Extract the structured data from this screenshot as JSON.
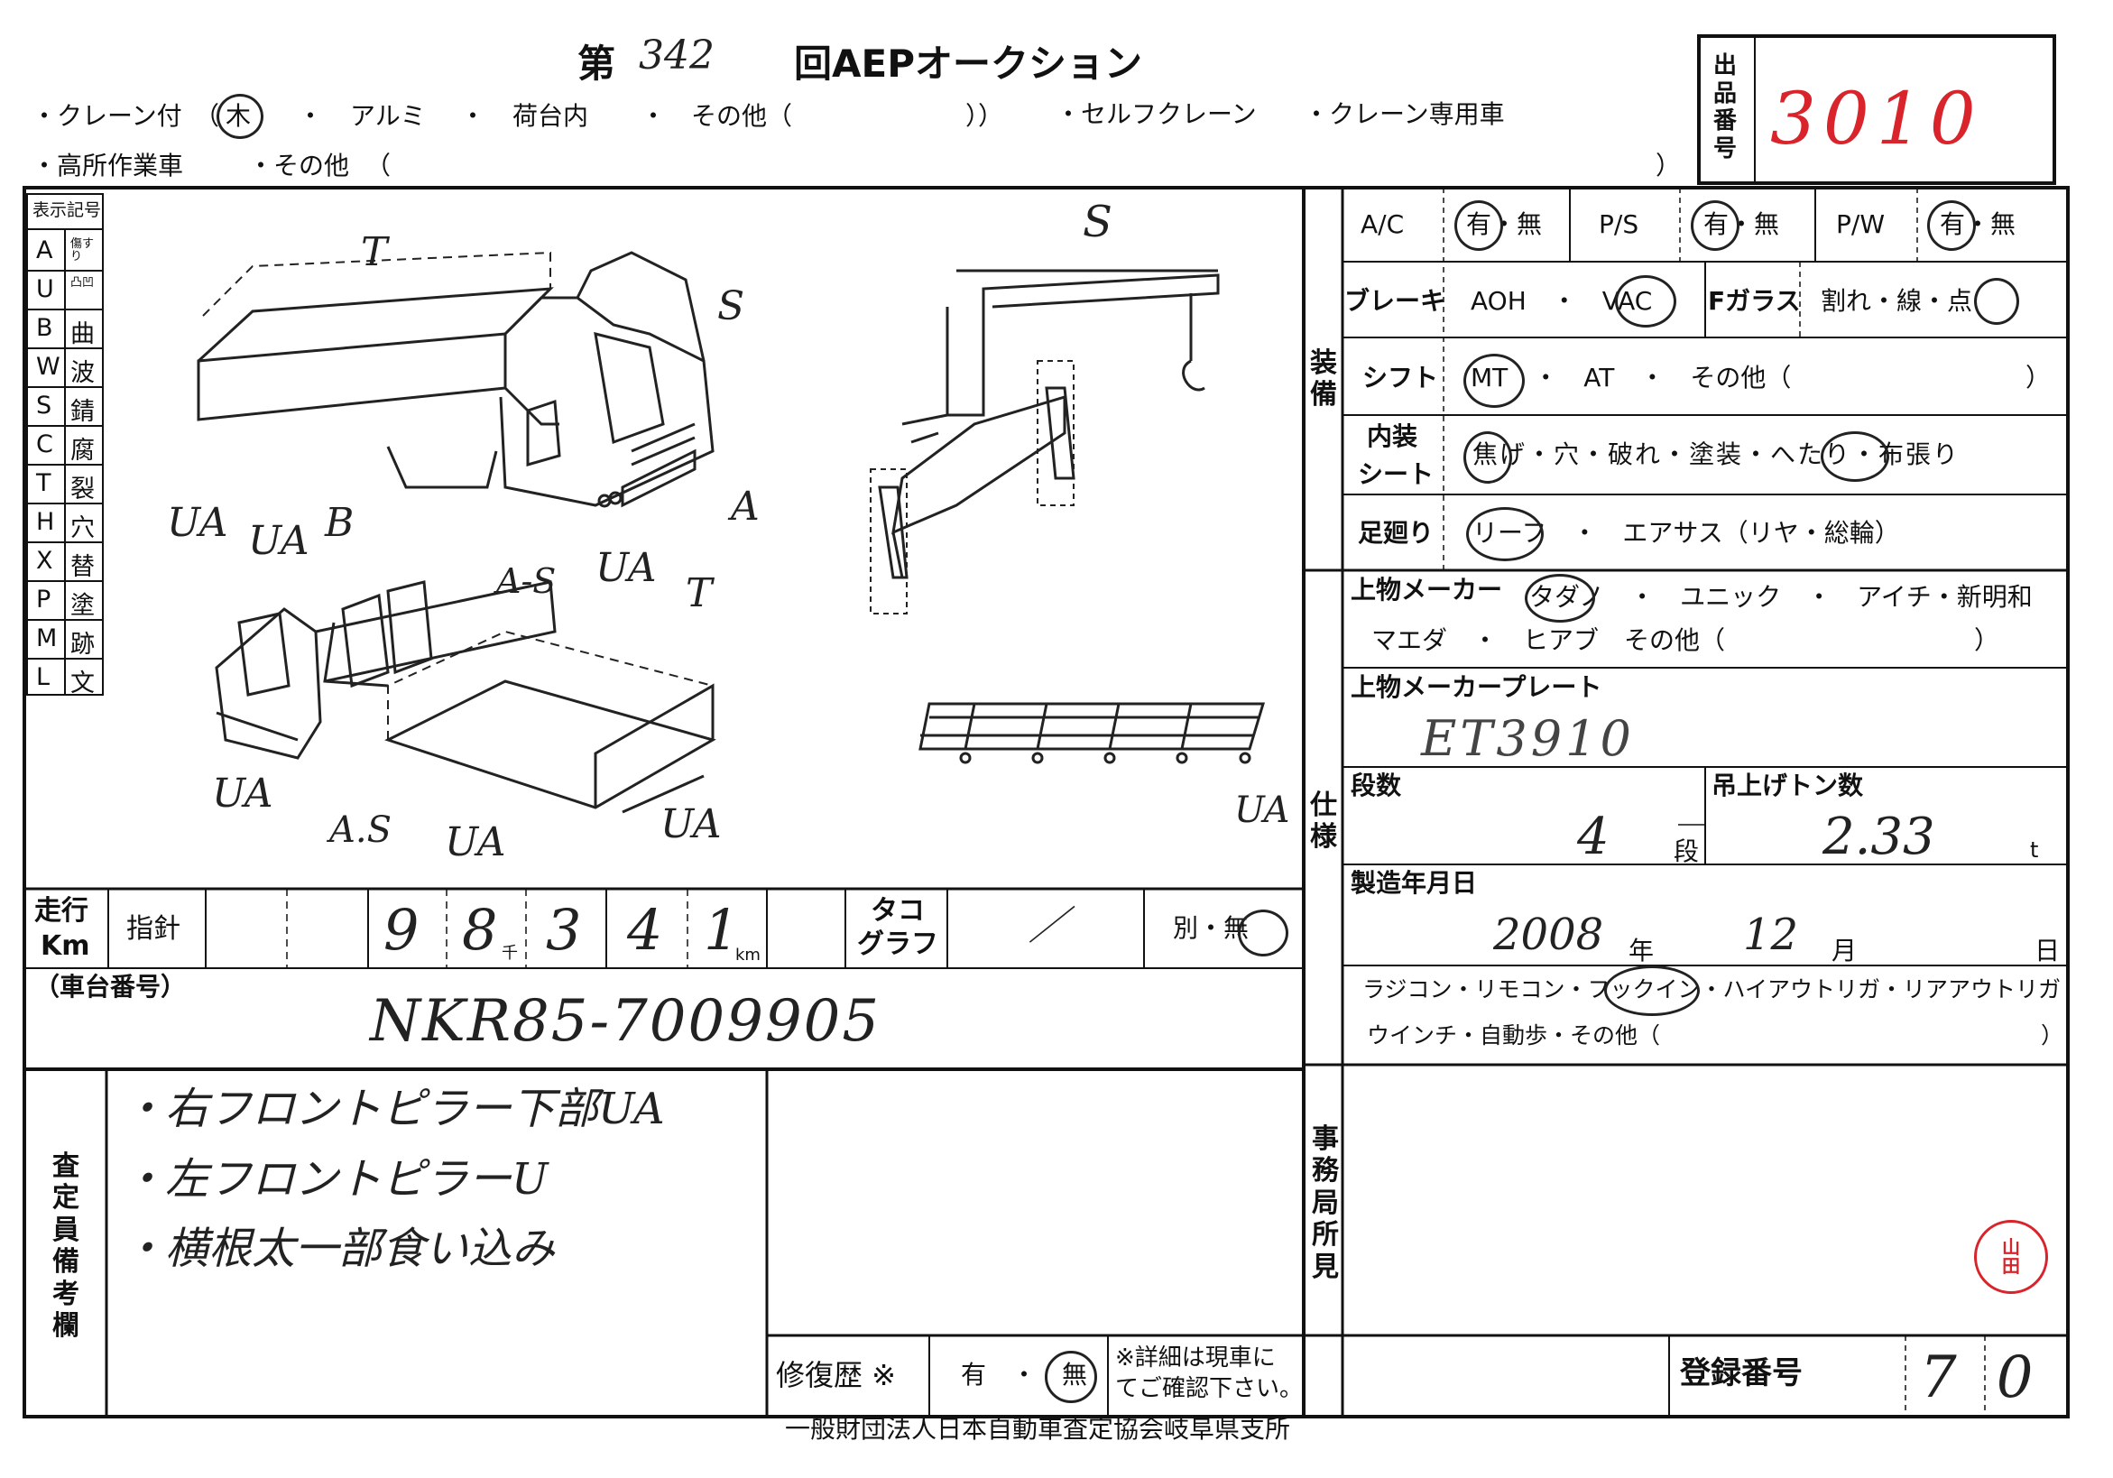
{
  "header": {
    "title_prefix": "第",
    "auction_round": "342",
    "title_suffix": "回AEPオークション",
    "row1": [
      "・クレーン付",
      "（",
      "木",
      "・",
      "アルミ",
      "・",
      "荷台内",
      "・",
      "その他（",
      "））",
      "・セルフクレーン",
      "・クレーン専用車"
    ],
    "row2": [
      "・高所作業車",
      "・その他",
      "（",
      "）"
    ]
  },
  "lot": {
    "label": "出品番号",
    "number": "3010"
  },
  "legend": {
    "title": "表示記号",
    "rows": [
      {
        "code": "A",
        "meaning": "傷すり"
      },
      {
        "code": "U",
        "meaning": "凸凹"
      },
      {
        "code": "B",
        "meaning": "曲"
      },
      {
        "code": "W",
        "meaning": "波"
      },
      {
        "code": "S",
        "meaning": "錆"
      },
      {
        "code": "C",
        "meaning": "腐"
      },
      {
        "code": "T",
        "meaning": "裂"
      },
      {
        "code": "H",
        "meaning": "穴"
      },
      {
        "code": "X",
        "meaning": "替"
      },
      {
        "code": "P",
        "meaning": "塗"
      },
      {
        "code": "M",
        "meaning": "跡"
      },
      {
        "code": "L",
        "meaning": "文"
      }
    ]
  },
  "diagram_marks": {
    "truck_top": [
      "T",
      "S",
      "A",
      "UA",
      "UA",
      "B",
      "UA"
    ],
    "truck_bottom": [
      "A-S",
      "T",
      "UA",
      "A.S",
      "UA",
      "UA"
    ],
    "crane": [
      "S",
      "UA"
    ]
  },
  "equipment": {
    "section_label": "装備",
    "ac": {
      "label": "A/C",
      "options": "有・無"
    },
    "ps": {
      "label": "P/S",
      "options": "有・無"
    },
    "pw": {
      "label": "P/W",
      "options": "有・無"
    },
    "brake": {
      "label": "ブレーキ",
      "options": "AOH　・　VAC"
    },
    "fglass": {
      "label": "Fガラス",
      "options": "割れ・線・点"
    },
    "shift": {
      "label": "シフト",
      "options": "MT　・　AT　・　その他（",
      "close": "）"
    },
    "interior": {
      "label_line1": "内装",
      "label_line2": "シート",
      "options": "焦げ・穴・破れ・塗装・へたり・布張り"
    },
    "suspension": {
      "label": "足廻り",
      "options": "リーフ　・　エアサス（リヤ・総輪）"
    }
  },
  "spec": {
    "section_label": "仕様",
    "maker": {
      "label": "上物メーカー",
      "line1": "タダノ　・　ユニック　・　アイチ・新明和",
      "line2": "マエダ　・　ヒアブ　その他（",
      "close": "）"
    },
    "plate": {
      "label": "上物メーカープレート",
      "value": "ET3910"
    },
    "stages": {
      "label": "段数",
      "value": "4",
      "unit": "段"
    },
    "lift": {
      "label": "吊上げトン数",
      "value": "2.33",
      "unit": "t"
    },
    "mfg": {
      "label": "製造年月日",
      "year": "2008",
      "year_unit": "年",
      "month": "12",
      "month_unit": "月",
      "day_unit": "日"
    },
    "options_line1": "ラジコン・リモコン・フックイン・ハイアウトリガ・リアアウトリガ",
    "options_line2": "ウインチ・自動歩・その他（",
    "options_close": "）"
  },
  "mileage": {
    "label_line1": "走行",
    "label_line2": "Km",
    "gauge_label": "指針",
    "digits": [
      "9",
      "8",
      "3",
      "4",
      "1"
    ],
    "thousand_mark": "千",
    "unit": "km",
    "tacho_line1": "タコ",
    "tacho_line2": "グラフ",
    "tacho_value": "／",
    "separate": "別・無"
  },
  "chassis": {
    "label": "（車台番号）",
    "value": "NKR85-7009905"
  },
  "inspector": {
    "label": "査定員備考欄",
    "notes": [
      "・右フロントピラー下部UA",
      "・左フロントピラーU",
      "・横根太一部食い込み"
    ]
  },
  "repair": {
    "label": "修復歴 ※",
    "options": "有　・　無",
    "note_line1": "※詳細は現車に",
    "note_line2": "てご確認下さい。"
  },
  "office": {
    "label": "事務局所見",
    "stamp": "山田"
  },
  "registration": {
    "label": "登録番号",
    "value": "70"
  },
  "footer": "一般財団法人日本自動車査定協会岐阜県支所"
}
